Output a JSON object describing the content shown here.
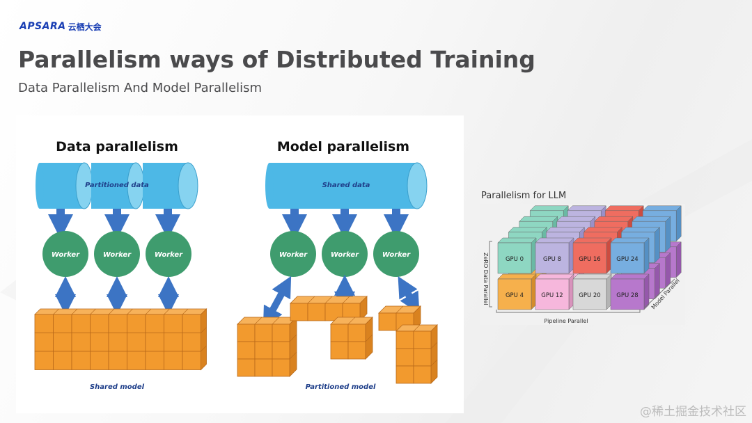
{
  "brand": {
    "name": "APSARA",
    "cn": "云栖大会"
  },
  "slide": {
    "title": "Parallelism ways of Distributed Training",
    "subtitle": "Data Parallelism And Model Parallelism"
  },
  "data_parallelism": {
    "heading": "Data parallelism",
    "cylinder_label": "Partitioned data",
    "workers": [
      "Worker",
      "Worker",
      "Worker"
    ],
    "model_label": "Shared model"
  },
  "model_parallelism": {
    "heading": "Model parallelism",
    "cylinder_label": "Shared data",
    "workers": [
      "Worker",
      "Worker",
      "Worker"
    ],
    "model_label": "Partitioned model"
  },
  "llm": {
    "title": "Parallelism for LLM",
    "gpus": [
      "GPU 0",
      "GPU 8",
      "GPU 16",
      "GPU 24",
      "GPU 4",
      "GPU 12",
      "GPU 20",
      "GPU 28"
    ],
    "axis_left": "ZeRO Data Parallel",
    "axis_bottom": "Pipeline Parallel",
    "axis_right": "Model Parallel"
  },
  "watermark": "@稀土掘金技术社区",
  "colors": {
    "brand": "#1a3fb4",
    "cylinder": "#4db8e6",
    "worker": "#3f9c6e",
    "arrow": "#3c74c4",
    "cube": "#f29a2e"
  }
}
